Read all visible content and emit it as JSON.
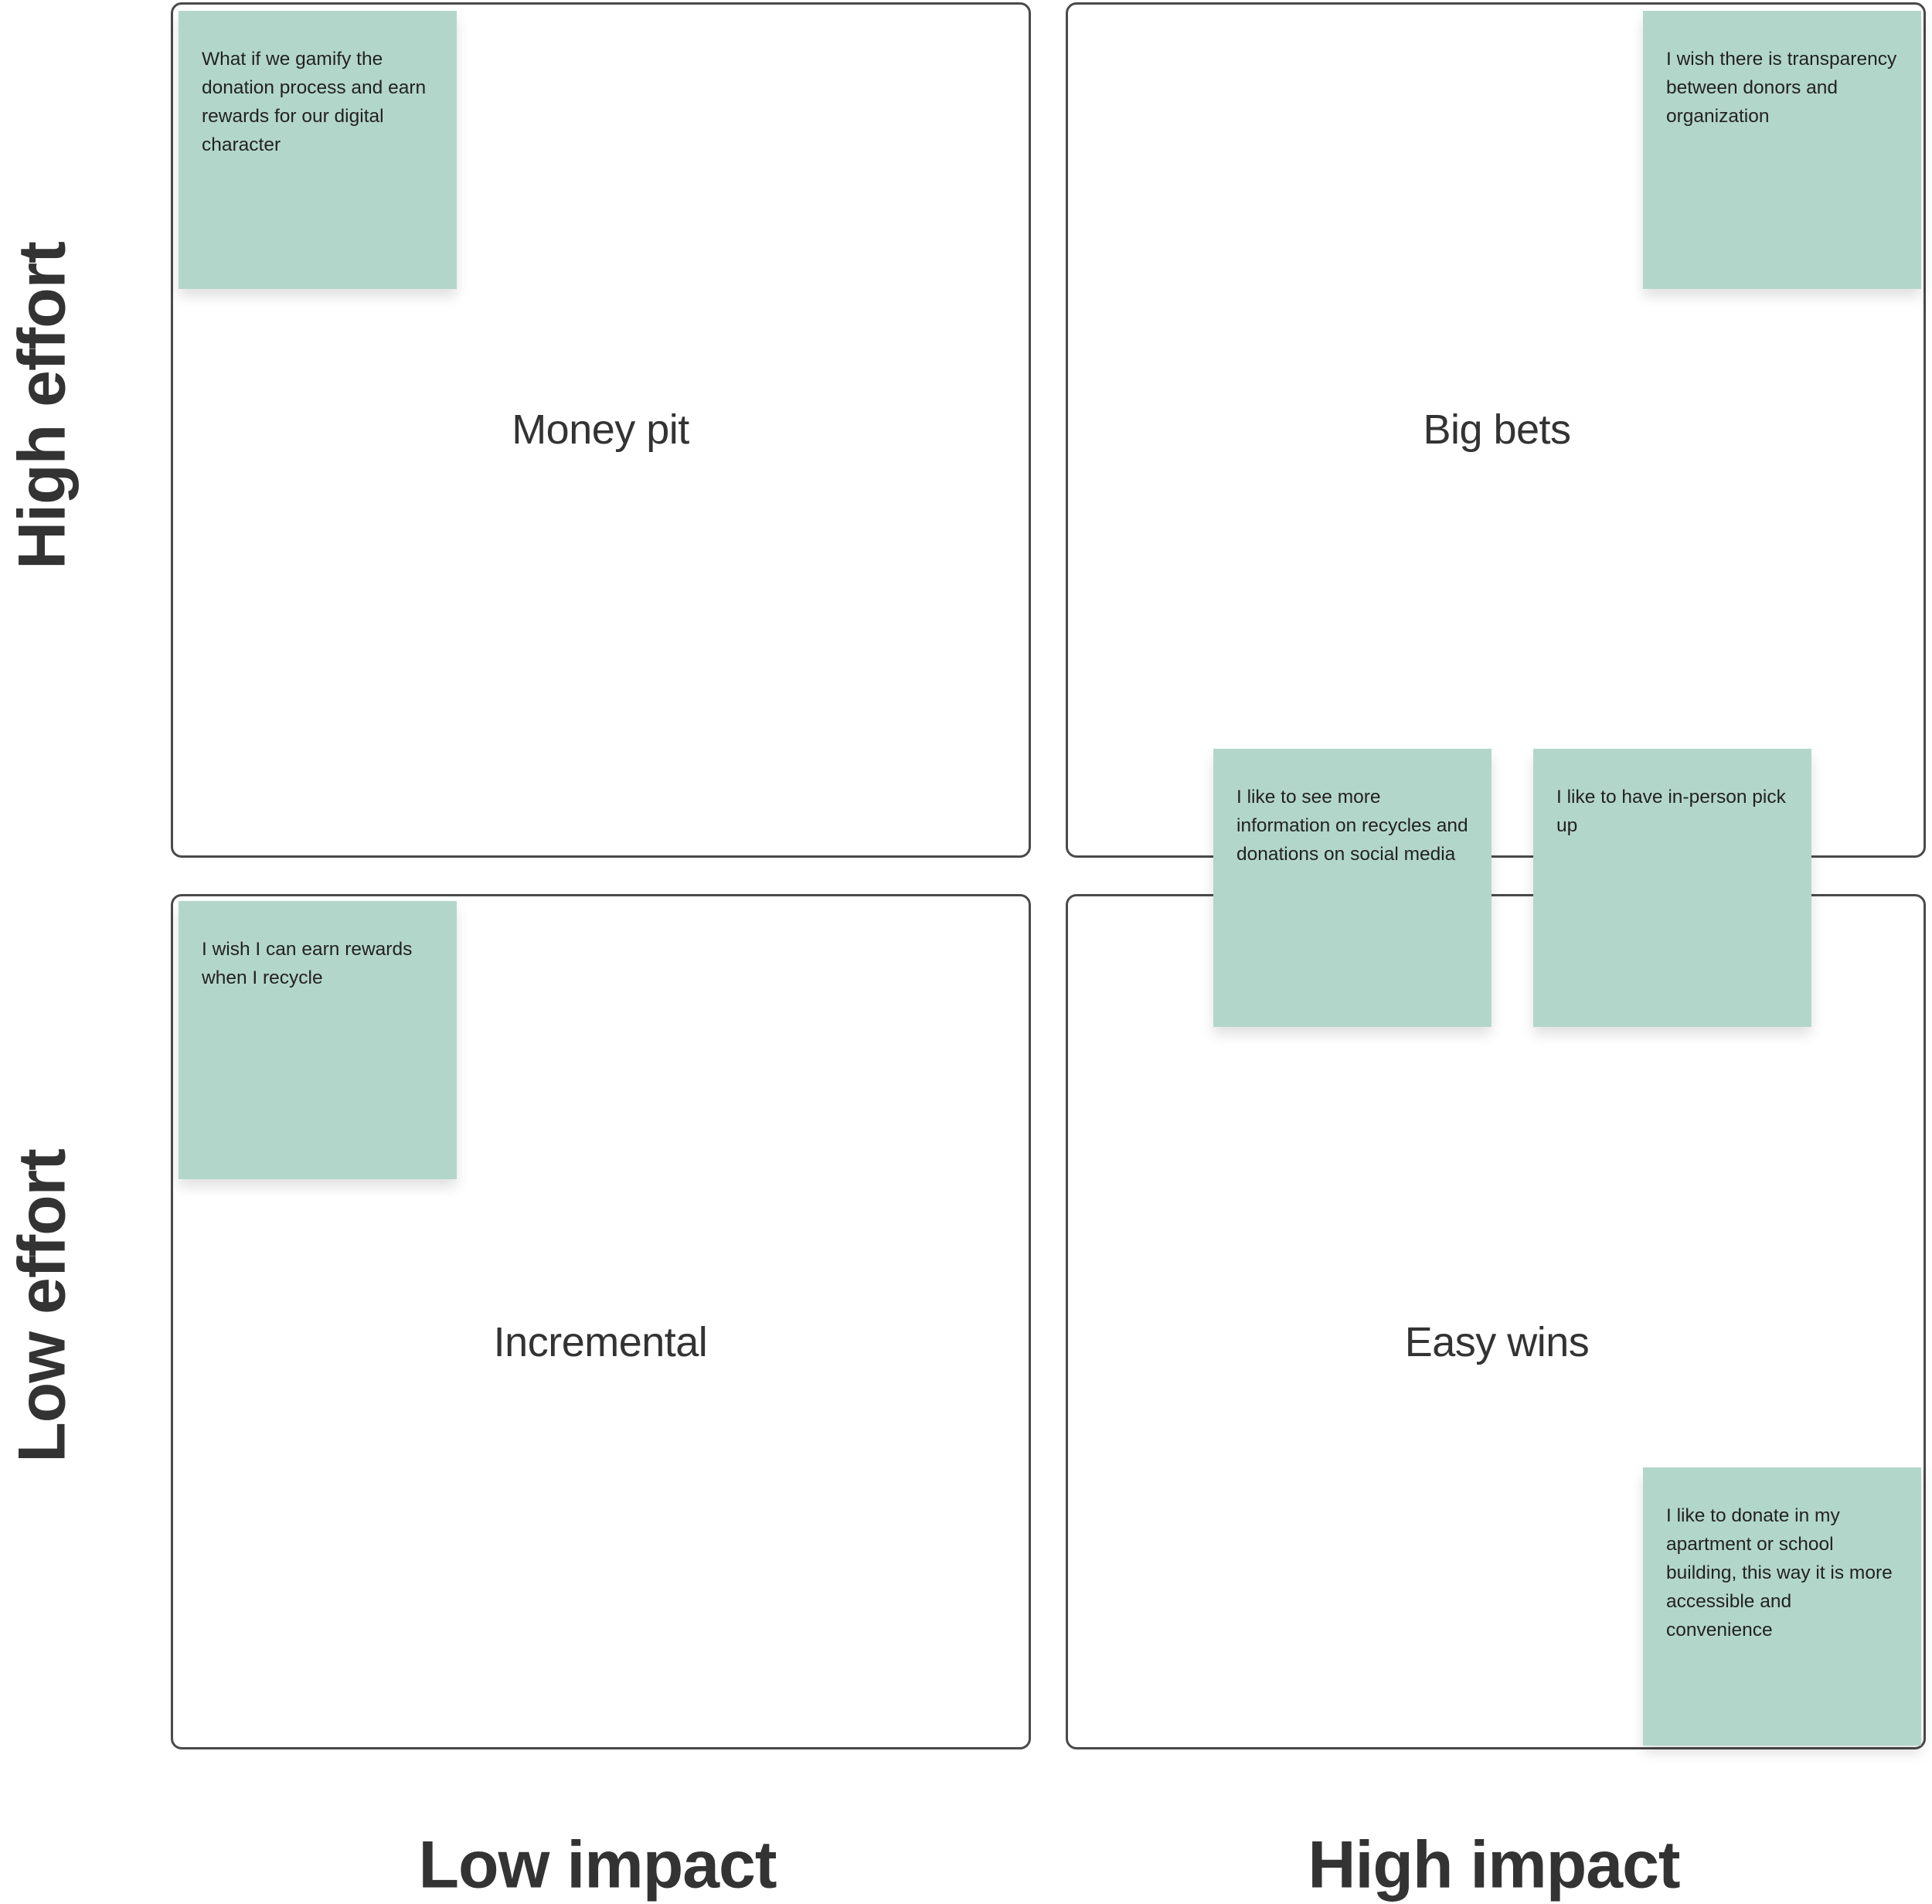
{
  "quadrants": {
    "top_left": "Money pit",
    "top_right": "Big bets",
    "bottom_left": "Incremental",
    "bottom_right": "Easy wins"
  },
  "axes": {
    "x_left": "Low impact",
    "x_right": "High impact",
    "y_top": "High effort",
    "y_bottom": "Low effort"
  },
  "sticky_notes": [
    {
      "text": "What if we gamify the donation process and earn rewards for our digital character",
      "quadrant": "Money pit"
    },
    {
      "text": "I wish there is transparency between donors and organization",
      "quadrant": "Big bets"
    },
    {
      "text": "I like to see more information on recycles and donations on social media",
      "quadrant": "Big bets"
    },
    {
      "text": "I like to have in-person pick up",
      "quadrant": "Big bets"
    },
    {
      "text": "I wish I can earn rewards when I recycle",
      "quadrant": "Incremental"
    },
    {
      "text": "I like to donate in my apartment or school building, this way it is more accessible and convenience",
      "quadrant": "Easy wins"
    }
  ],
  "colors": {
    "sticky": "#b3d6cb",
    "border": "#4a4a4a",
    "text": "#333333"
  }
}
